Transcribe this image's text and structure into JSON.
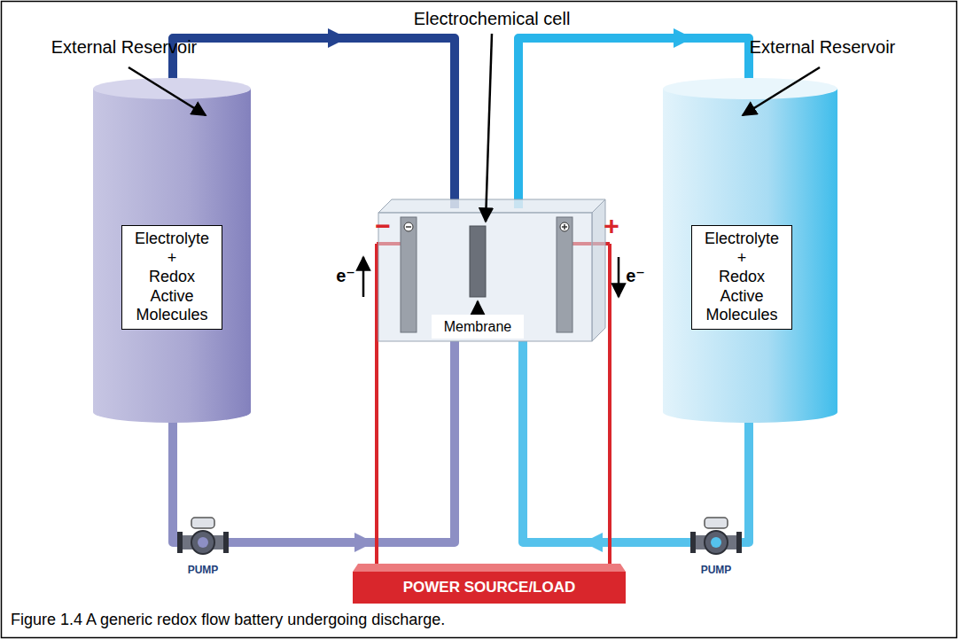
{
  "diagram": {
    "caption": "Figure 1.4 A generic redox flow battery undergoing discharge.",
    "nodes": [
      {
        "text": [
          "Electrolyte + Redox Active Molecules"
        ]
      },
      {
        "text": [
          "Electrolyte + Redox Active Molecules"
        ]
      },
      {
        "text": [
          "Membrane"
        ]
      },
      {
        "text": [
          "POWER SOURCE/LOAD"
        ]
      }
    ],
    "labels": [
      "Electrochemical cell",
      "External Reservoir",
      "External Reservoir",
      "−",
      "+",
      "e⁻",
      "e⁻",
      "PUMP",
      "PUMP"
    ]
  }
}
